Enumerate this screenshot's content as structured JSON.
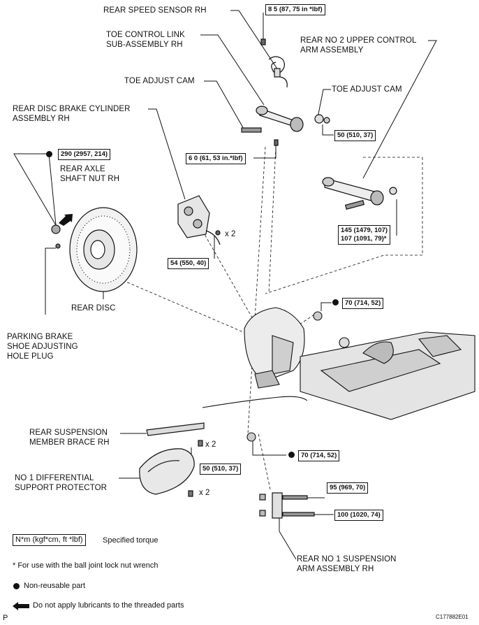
{
  "labels": {
    "rear_speed_sensor": "REAR SPEED SENSOR RH",
    "toe_control_link": "TOE CONTROL LINK\nSUB-ASSEMBLY RH",
    "upper_control_arm": "REAR NO 2 UPPER CONTROL\nARM ASSEMBLY",
    "toe_adjust_cam_left": "TOE ADJUST CAM",
    "toe_adjust_cam_right": "TOE ADJUST CAM",
    "brake_cylinder": "REAR DISC BRAKE CYLINDER\nASSEMBLY RH",
    "axle_nut": "REAR AXLE\nSHAFT NUT RH",
    "rear_disc": "REAR DISC",
    "parking_plug": "PARKING BRAKE\nSHOE ADJUSTING\nHOLE PLUG",
    "member_brace": "REAR SUSPENSION\nMEMBER BRACE RH",
    "diff_protector": "NO 1 DIFFERENTIAL\nSUPPORT PROTECTOR",
    "suspension_arm": "REAR NO 1 SUSPENSION\nARM ASSEMBLY RH"
  },
  "torques": {
    "t85": "8 5 (87, 75 in *lbf)",
    "t50_cam": "50 (510, 37)",
    "t60": "6 0 (61, 53 in.*lbf)",
    "t290": "290 (2957, 214)",
    "t145": "145 (1479, 107)\n107 (1091, 79)*",
    "t54": "54 (550, 40)",
    "t70_top": "70 (714, 52)",
    "t70_bottom": "70 (714, 52)",
    "t50_brace": "50 (510, 37)",
    "t95": "95 (969, 70)",
    "t100": "100 (1020, 74)"
  },
  "multipliers": {
    "brake_bolts": "x 2",
    "brace_bolts": "x 2",
    "protector_bolts": "x 2"
  },
  "legend": {
    "torque_unit": "N*m (kgf*cm, ft *lbf)",
    "torque_text": "Specified torque",
    "asterisk_note": "* For use with the ball joint lock nut wrench",
    "nonreusable": "Non-reusable part",
    "no_lubricant": "Do not apply lubricants to the threaded parts"
  },
  "footer": {
    "page_mark": "P",
    "figure_code": "C177882E01"
  }
}
